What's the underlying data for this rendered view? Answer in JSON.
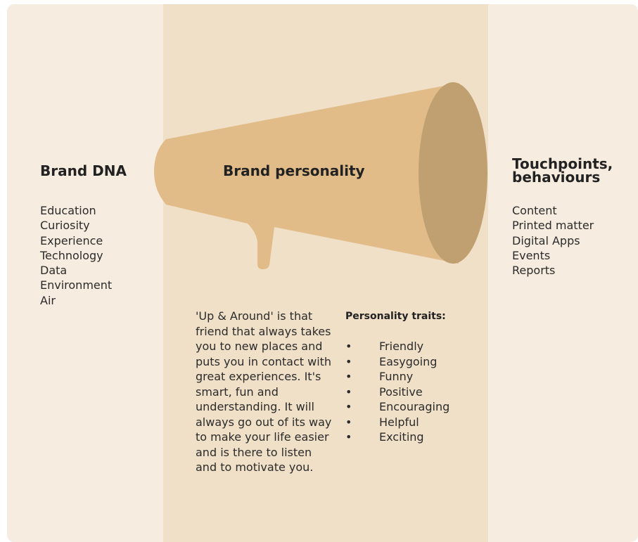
{
  "colors": {
    "background": "#f7ece0",
    "middle_band": "#f0e0c8",
    "megaphone_body": "#e2bc88",
    "megaphone_mouth": "#c0a070"
  },
  "columns": {
    "brand_dna": {
      "title": "Brand DNA",
      "items": [
        "Education",
        "Curiosity",
        "Experience",
        "Technology",
        "Data",
        "Environment",
        "Air"
      ]
    },
    "brand_personality": {
      "title": "Brand personality",
      "description": "'Up & Around' is that friend that always takes you to new places and puts you in contact with great experiences. It's smart, fun and understanding. It will always go out of its way to make your life easier and is there to listen and to motivate you.",
      "traits_title": "Personality traits:",
      "bullet": "•",
      "traits": [
        "Friendly",
        "Easygoing",
        "Funny",
        "Positive",
        "Encouraging",
        "Helpful",
        "Exciting"
      ]
    },
    "touchpoints": {
      "title_line1": "Touchpoints,",
      "title_line2": "behaviours",
      "items": [
        "Content",
        "Printed matter",
        "Digital Apps",
        "Events",
        "Reports"
      ]
    }
  }
}
